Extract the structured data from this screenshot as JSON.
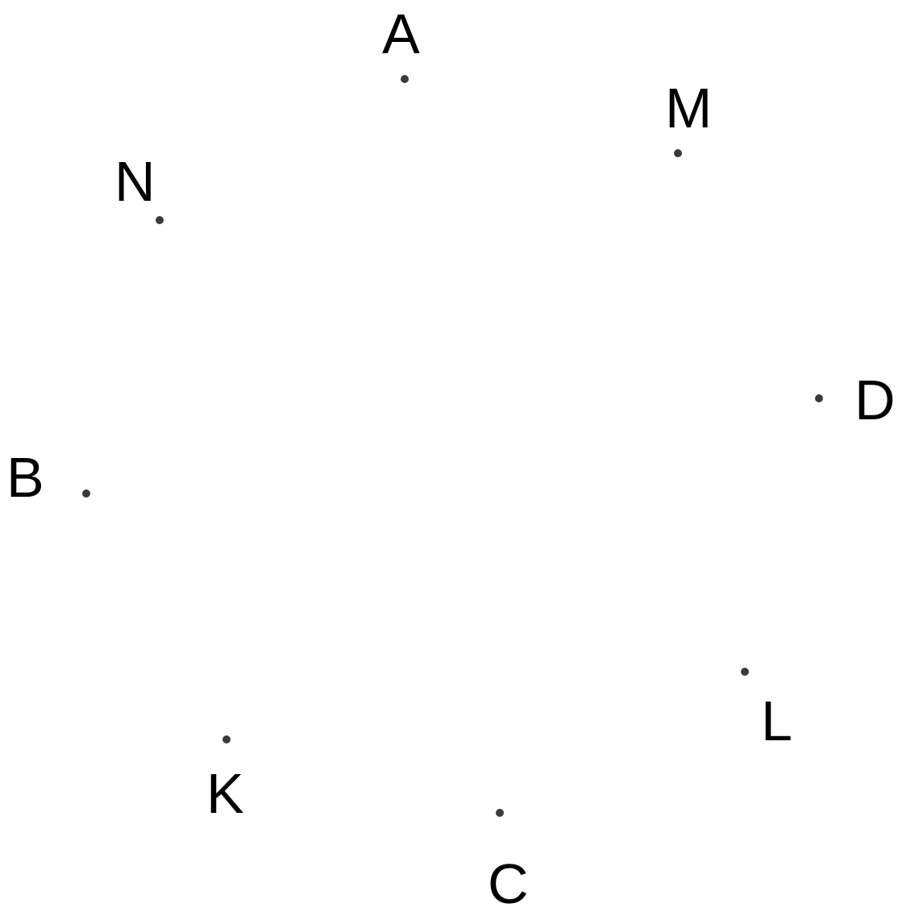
{
  "diagram": {
    "point_color": "#3a3a3a",
    "label_color": "#000000",
    "points": [
      {
        "id": "A",
        "label": "A"
      },
      {
        "id": "M",
        "label": "M"
      },
      {
        "id": "N",
        "label": "N"
      },
      {
        "id": "D",
        "label": "D"
      },
      {
        "id": "B",
        "label": "B"
      },
      {
        "id": "L",
        "label": "L"
      },
      {
        "id": "K",
        "label": "K"
      },
      {
        "id": "C",
        "label": "C"
      }
    ]
  }
}
